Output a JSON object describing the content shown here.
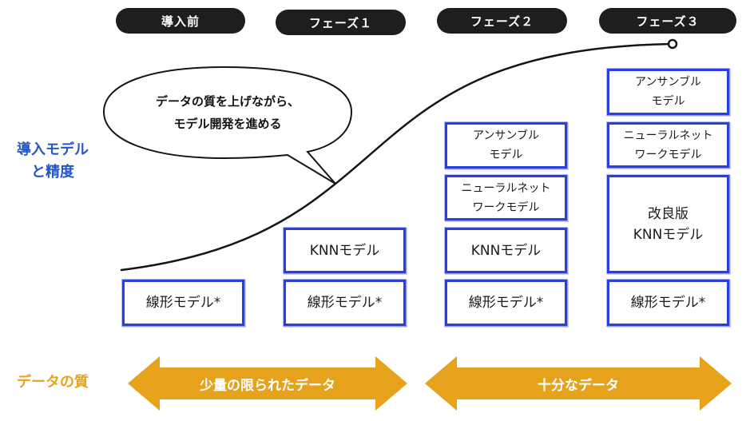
{
  "phases": [
    {
      "id": "pre",
      "label": "導入前"
    },
    {
      "id": "p1",
      "label": "フェーズ１"
    },
    {
      "id": "p2",
      "label": "フェーズ２"
    },
    {
      "id": "p3",
      "label": "フェーズ３"
    }
  ],
  "y_label": "導入モデル\nと精度",
  "bubble_text": "データの質を上げながら、\nモデル開発を進める",
  "models": {
    "linear": "線形モデル*",
    "knn": "KNNモデル",
    "nn": "ニューラルネット\nワークモデル",
    "ensemble": "アンサンブル\nモデル",
    "improved_knn": "改良版\nKNNモデル"
  },
  "data_quality": {
    "label": "データの質",
    "arrow_limited": "少量の限られたデータ",
    "arrow_sufficient": "十分なデータ"
  },
  "colors": {
    "pill": "#1e1e1e",
    "box_border": "#2a3fe0",
    "y_label": "#2457c5",
    "arrow": "#e6a21a",
    "quality_label": "#e8a317"
  }
}
